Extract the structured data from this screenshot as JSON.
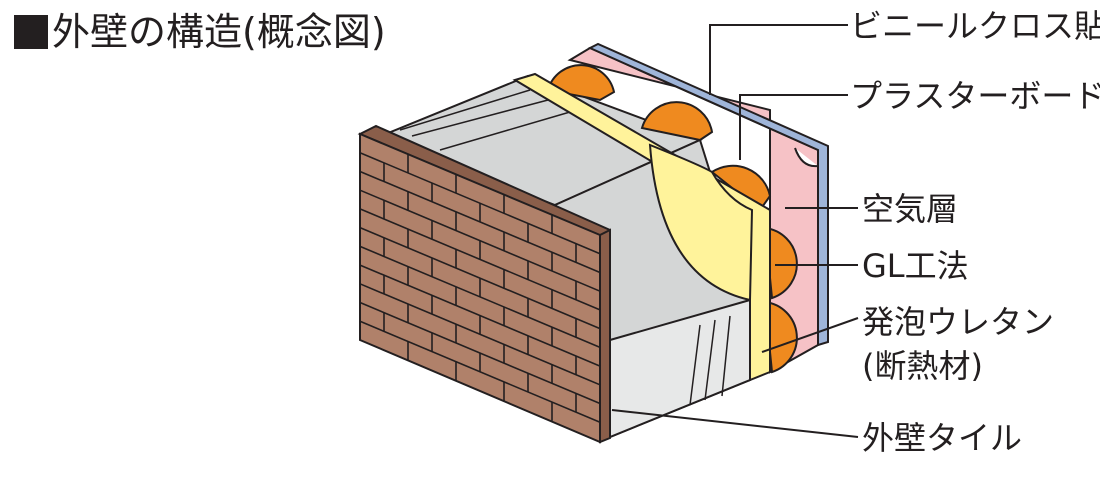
{
  "title": "外壁の構造(概念図)",
  "labels": {
    "vinyl_cloth": "ビニールクロス貼",
    "plaster_board": "プラスターボード",
    "air_layer": "空気層",
    "gl_method": "GL工法",
    "urethane_line1": "発泡ウレタン",
    "urethane_line2": "(断熱材)",
    "exterior_tile": "外壁タイル"
  },
  "colors": {
    "tile": "#b0816a",
    "tile_grout": "#231f20",
    "concrete": "#d4d6d6",
    "concrete_light": "#e7e8e8",
    "urethane": "#fff39b",
    "air_layer": "#f6c2c6",
    "gl_bond": "#ef8a1f",
    "vinyl_cloth": "#9fb5d9",
    "line": "#231f20"
  }
}
